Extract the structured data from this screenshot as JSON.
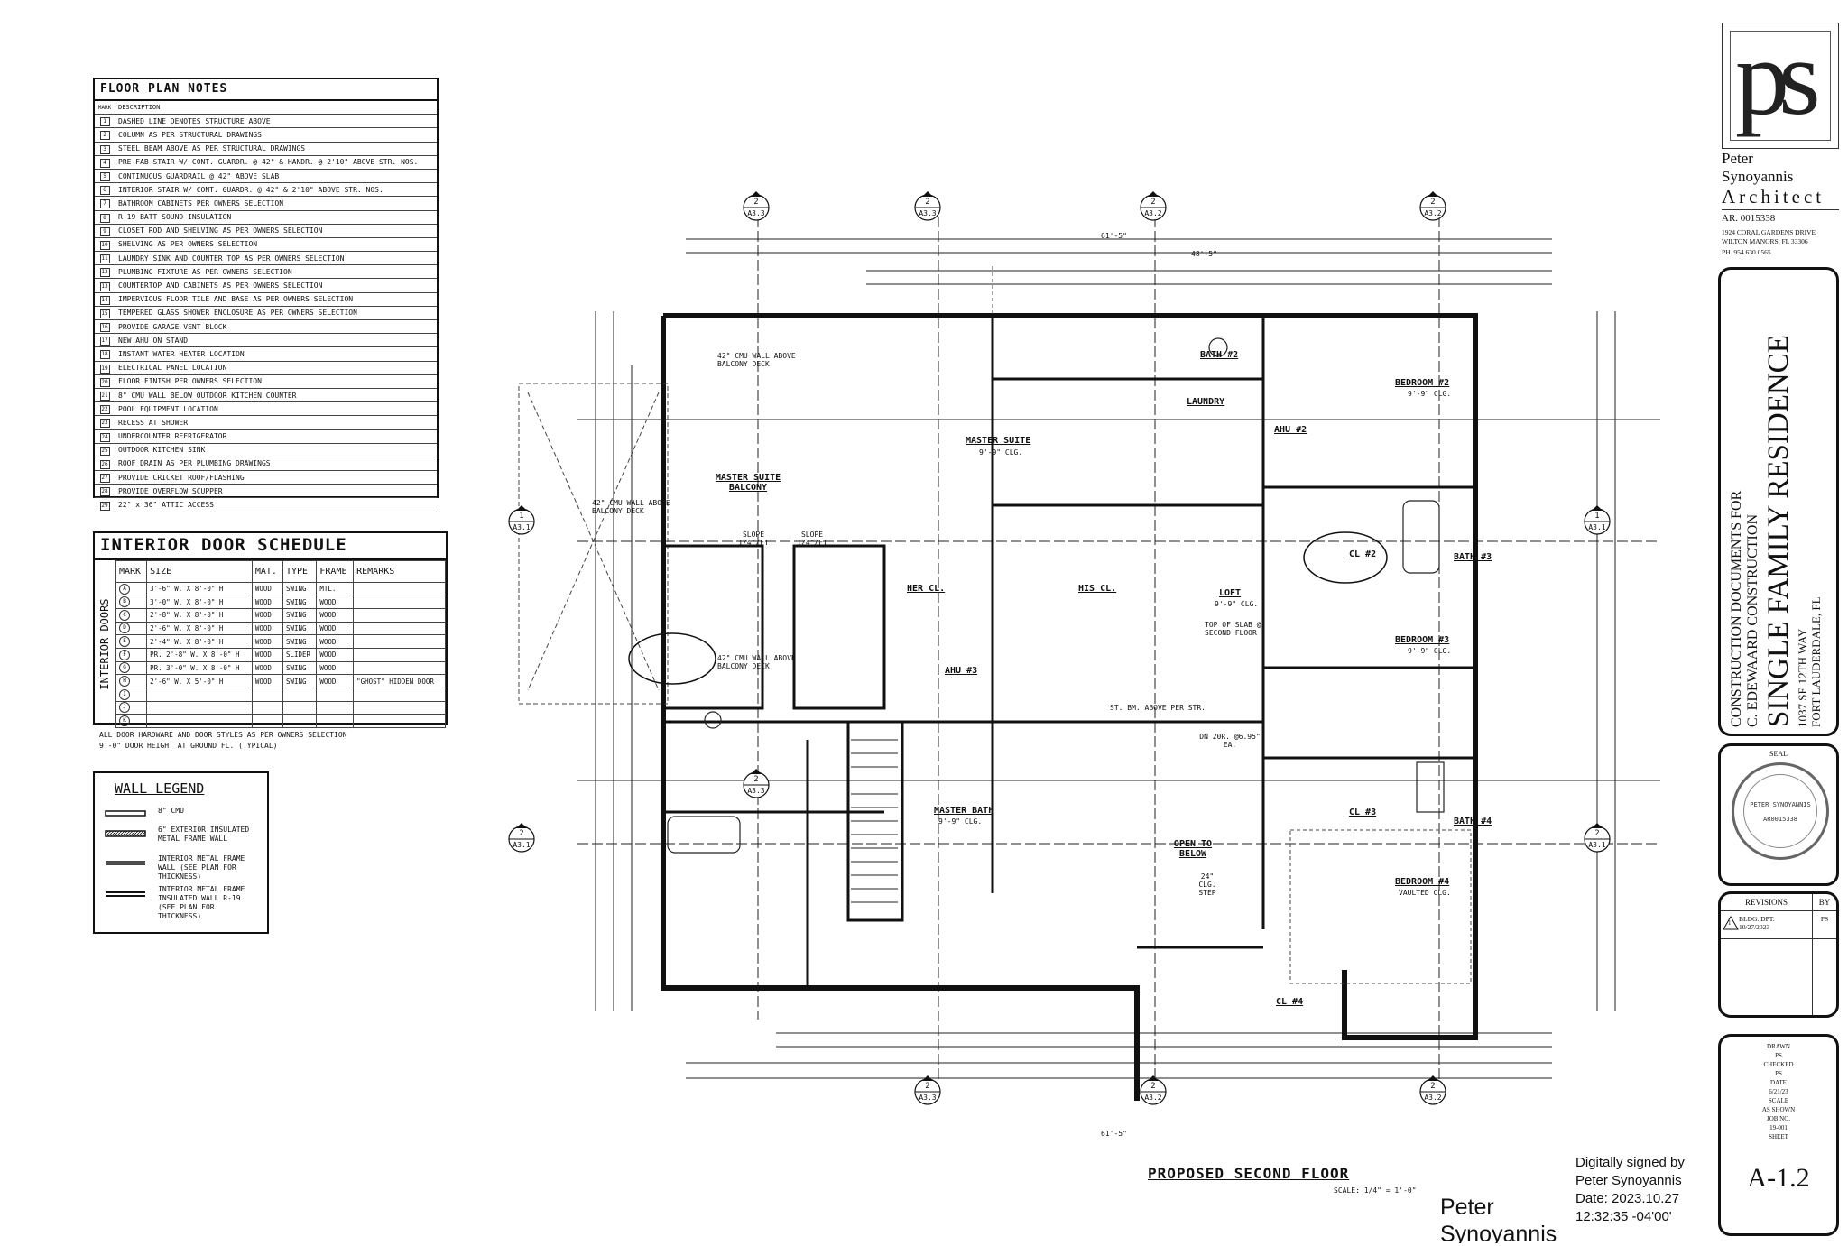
{
  "floor_notes": {
    "title": "FLOOR PLAN NOTES",
    "col_mark": "MARK",
    "col_desc": "DESCRIPTION",
    "items": [
      {
        "mark": "1",
        "text": "DASHED LINE DENOTES STRUCTURE ABOVE"
      },
      {
        "mark": "2",
        "text": "COLUMN AS PER STRUCTURAL DRAWINGS"
      },
      {
        "mark": "3",
        "text": "STEEL BEAM ABOVE AS PER STRUCTURAL DRAWINGS"
      },
      {
        "mark": "4",
        "text": "PRE-FAB STAIR W/ CONT. GUARDR. @ 42\" & HANDR. @ 2'10\" ABOVE STR. NOS."
      },
      {
        "mark": "5",
        "text": "CONTINUOUS GUARDRAIL @ 42\" ABOVE SLAB"
      },
      {
        "mark": "6",
        "text": "INTERIOR STAIR W/ CONT. GUARDR. @ 42\" & 2'10\" ABOVE STR. NOS."
      },
      {
        "mark": "7",
        "text": "BATHROOM CABINETS PER OWNERS SELECTION"
      },
      {
        "mark": "8",
        "text": "R-19 BATT SOUND INSULATION"
      },
      {
        "mark": "9",
        "text": "CLOSET ROD AND SHELVING AS PER OWNERS SELECTION"
      },
      {
        "mark": "10",
        "text": "SHELVING AS PER OWNERS SELECTION"
      },
      {
        "mark": "11",
        "text": "LAUNDRY SINK AND COUNTER TOP AS PER OWNERS SELECTION"
      },
      {
        "mark": "12",
        "text": "PLUMBING FIXTURE AS PER OWNERS SELECTION"
      },
      {
        "mark": "13",
        "text": "COUNTERTOP AND CABINETS AS PER OWNERS SELECTION"
      },
      {
        "mark": "14",
        "text": "IMPERVIOUS FLOOR TILE AND BASE AS PER OWNERS SELECTION"
      },
      {
        "mark": "15",
        "text": "TEMPERED GLASS SHOWER ENCLOSURE AS PER OWNERS SELECTION"
      },
      {
        "mark": "16",
        "text": "PROVIDE GARAGE VENT BLOCK"
      },
      {
        "mark": "17",
        "text": "NEW AHU ON STAND"
      },
      {
        "mark": "18",
        "text": "INSTANT WATER HEATER LOCATION"
      },
      {
        "mark": "19",
        "text": "ELECTRICAL PANEL LOCATION"
      },
      {
        "mark": "20",
        "text": "FLOOR FINISH PER OWNERS SELECTION"
      },
      {
        "mark": "21",
        "text": "8\" CMU WALL BELOW OUTDOOR KITCHEN COUNTER"
      },
      {
        "mark": "22",
        "text": "POOL EQUIPMENT LOCATION"
      },
      {
        "mark": "23",
        "text": "RECESS AT SHOWER"
      },
      {
        "mark": "24",
        "text": "UNDERCOUNTER REFRIGERATOR"
      },
      {
        "mark": "25",
        "text": "OUTDOOR KITCHEN SINK"
      },
      {
        "mark": "26",
        "text": "ROOF DRAIN AS PER PLUMBING DRAWINGS"
      },
      {
        "mark": "27",
        "text": "PROVIDE CRICKET ROOF/FLASHING"
      },
      {
        "mark": "28",
        "text": "PROVIDE OVERFLOW SCUPPER"
      },
      {
        "mark": "29",
        "text": "22\" x 36\" ATTIC ACCESS"
      }
    ]
  },
  "door_schedule": {
    "title": "INTERIOR DOOR SCHEDULE",
    "side_label": "INTERIOR DOORS",
    "headers": [
      "MARK",
      "SIZE",
      "MAT.",
      "TYPE",
      "FRAME",
      "REMARKS"
    ],
    "rows": [
      {
        "mark": "A",
        "size": "3'-6\" W. X 8'-0\" H",
        "mat": "WOOD",
        "type": "SWING",
        "frame": "MTL.",
        "remarks": ""
      },
      {
        "mark": "B",
        "size": "3'-0\" W. X 8'-0\" H",
        "mat": "WOOD",
        "type": "SWING",
        "frame": "WOOD",
        "remarks": ""
      },
      {
        "mark": "C",
        "size": "2'-8\" W. X 8'-0\" H",
        "mat": "WOOD",
        "type": "SWING",
        "frame": "WOOD",
        "remarks": ""
      },
      {
        "mark": "D",
        "size": "2'-6\" W. X 8'-0\" H",
        "mat": "WOOD",
        "type": "SWING",
        "frame": "WOOD",
        "remarks": ""
      },
      {
        "mark": "E",
        "size": "2'-4\" W. X 8'-0\" H",
        "mat": "WOOD",
        "type": "SWING",
        "frame": "WOOD",
        "remarks": ""
      },
      {
        "mark": "F",
        "size": "PR. 2'-8\" W. X 8'-0\" H",
        "mat": "WOOD",
        "type": "SLIDER",
        "frame": "WOOD",
        "remarks": ""
      },
      {
        "mark": "G",
        "size": "PR. 3'-0\" W. X 8'-0\" H",
        "mat": "WOOD",
        "type": "SWING",
        "frame": "WOOD",
        "remarks": ""
      },
      {
        "mark": "H",
        "size": "2'-6\" W. X 5'-0\" H",
        "mat": "WOOD",
        "type": "SWING",
        "frame": "WOOD",
        "remarks": "\"GHOST\" HIDDEN DOOR"
      },
      {
        "mark": "I",
        "size": "",
        "mat": "",
        "type": "",
        "frame": "",
        "remarks": ""
      },
      {
        "mark": "J",
        "size": "",
        "mat": "",
        "type": "",
        "frame": "",
        "remarks": ""
      },
      {
        "mark": "K",
        "size": "",
        "mat": "",
        "type": "",
        "frame": "",
        "remarks": ""
      }
    ],
    "note1": "ALL DOOR HARDWARE AND DOOR STYLES AS PER OWNERS SELECTION",
    "note2": "9'-0\" DOOR HEIGHT AT GROUND FL. (TYPICAL)"
  },
  "wall_legend": {
    "title": "WALL LEGEND",
    "items": [
      {
        "label": "8\" CMU"
      },
      {
        "label": "6\" EXTERIOR INSULATED METAL FRAME WALL"
      },
      {
        "label": "INTERIOR METAL FRAME WALL (SEE PLAN FOR THICKNESS)"
      },
      {
        "label": "INTERIOR METAL FRAME INSULATED WALL R-19 (SEE PLAN FOR THICKNESS)"
      }
    ]
  },
  "plan": {
    "title": "PROPOSED SECOND FLOOR",
    "scale": "SCALE: 1/4\" = 1'-0\"",
    "rooms": {
      "master_suite": "MASTER SUITE",
      "master_suite_clg": "9'-9\" CLG.",
      "balcony": "MASTER SUITE BALCONY",
      "her_cl": "HER CL.",
      "his_cl": "HIS CL.",
      "master_bath": "MASTER BATH",
      "master_bath_clg": "9'-9\" CLG.",
      "loft": "LOFT",
      "loft_clg": "9'-9\" CLG.",
      "open_below": "OPEN TO BELOW",
      "bath2": "BATH #2",
      "laundry": "LAUNDRY",
      "ahu2": "AHU #2",
      "ahu3": "AHU #3",
      "bedroom2": "BEDROOM #2",
      "bedroom2_clg": "9'-9\" CLG.",
      "bedroom3": "BEDROOM #3",
      "bedroom3_clg": "9'-9\" CLG.",
      "bedroom4": "BEDROOM #4",
      "bedroom4_clg": "VAULTED CLG.",
      "bath3": "BATH #3",
      "bath4": "BATH #4",
      "cl2": "CL #2",
      "cl3": "CL #3",
      "cl4": "CL #4"
    },
    "annotations": {
      "cmu_wall_1": "42\" CMU WALL ABOVE BALCONY DECK",
      "cmu_wall_2": "42\" CMU WALL ABOVE BALCONY DECK",
      "cmu_wall_3": "42\" CMU WALL ABOVE BALCONY DECK",
      "slope1": "SLOPE 1/4\"/FT",
      "slope2": "SLOPE 1/4\"/FT",
      "top_slab": "TOP OF SLAB @ SECOND FLOOR",
      "stair": "DN 20R. @6.95\" EA.",
      "step": "24\" CLG. STEP",
      "beam_above": "ST. BM. ABOVE PER STR.",
      "dim_top_overall": "61'-5\"",
      "dim_top_2": "48'-5\"",
      "dim_bottom_overall": "61'-5\""
    },
    "section_tags": [
      {
        "num": "2",
        "sheet": "A3.3"
      },
      {
        "num": "2",
        "sheet": "A3.3"
      },
      {
        "num": "2",
        "sheet": "A3.2"
      },
      {
        "num": "2",
        "sheet": "A3.2"
      },
      {
        "num": "1",
        "sheet": "A3.1"
      },
      {
        "num": "1",
        "sheet": "A3.1"
      },
      {
        "num": "2",
        "sheet": "A3.1"
      },
      {
        "num": "2",
        "sheet": "A3.1"
      },
      {
        "num": "2",
        "sheet": "A3.3"
      },
      {
        "num": "2",
        "sheet": "A3.3"
      },
      {
        "num": "2",
        "sheet": "A3.2"
      },
      {
        "num": "2",
        "sheet": "A3.2"
      }
    ]
  },
  "signature": {
    "name_line1": "Peter",
    "name_line2": "Synoyannis",
    "digital_line1": "Digitally signed by",
    "digital_line2": "Peter Synoyannis",
    "digital_line3": "Date: 2023.10.27",
    "digital_line4": "12:32:35 -04'00'"
  },
  "title_block": {
    "logo_text": "ps",
    "architect_name1": "Peter",
    "architect_name2": "Synoyannis",
    "architect_title": "Architect",
    "license": "AR. 0015338",
    "address1": "1924 CORAL GARDENS DRIVE",
    "address2": "WILTON MANORS, FL 33306",
    "phone": "PH. 954.630.0565",
    "project_line1": "CONSTRUCTION DOCUMENTS FOR",
    "project_line2": "C. EDEWAARD CONSTRUCTION",
    "project_title": "SINGLE FAMILY RESIDENCE",
    "project_addr1": "1037 SE 12TH WAY",
    "project_addr2": "FORT LAUDERDALE, FL",
    "seal_label": "SEAL",
    "seal_line1": "PETER SYNOYANNIS",
    "seal_line2": "AR0015338",
    "revisions_label": "REVISIONS",
    "by_label": "BY",
    "rev_mark": "1",
    "rev_text1": "BLDG. DPT.",
    "rev_text2": "10/27/2023",
    "rev_by": "PS",
    "drawn_label": "DRAWN",
    "drawn_val": "PS",
    "checked_label": "CHECKED",
    "checked_val": "PS",
    "date_label": "DATE",
    "date_val": "6/21/23",
    "scale_label": "SCALE",
    "scale_val": "AS SHOWN",
    "job_label": "JOB NO.",
    "job_val": "19-001",
    "sheet_label": "SHEET",
    "sheet_val": "A-1.2"
  }
}
